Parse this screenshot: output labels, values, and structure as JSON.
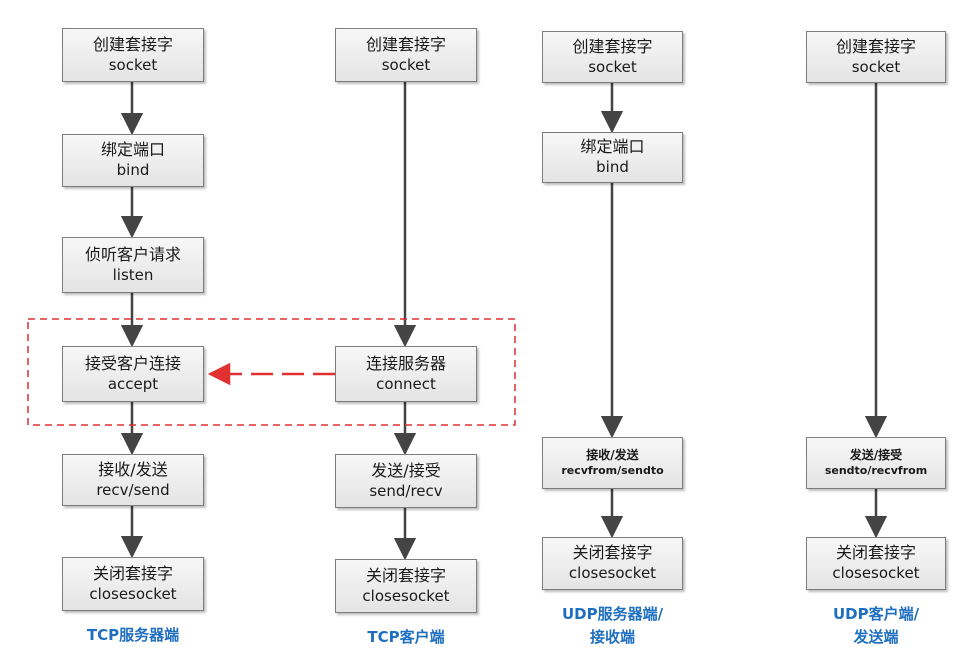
{
  "tcp_server": {
    "steps": [
      {
        "zh": "创建套接字",
        "en": "socket"
      },
      {
        "zh": "绑定端口",
        "en": "bind"
      },
      {
        "zh": "侦听客户请求",
        "en": "listen"
      },
      {
        "zh": "接受客户连接",
        "en": "accept"
      },
      {
        "zh": "接收/发送",
        "en": "recv/send"
      },
      {
        "zh": "关闭套接字",
        "en": "closesocket"
      }
    ],
    "caption": "TCP服务器端"
  },
  "tcp_client": {
    "steps": [
      {
        "zh": "创建套接字",
        "en": "socket"
      },
      {
        "zh": "连接服务器",
        "en": "connect"
      },
      {
        "zh": "发送/接受",
        "en": "send/recv"
      },
      {
        "zh": "关闭套接字",
        "en": "closesocket"
      }
    ],
    "caption": "TCP客户端"
  },
  "udp_server": {
    "steps": [
      {
        "zh": "创建套接字",
        "en": "socket"
      },
      {
        "zh": "绑定端口",
        "en": "bind"
      },
      {
        "zh": "接收/发送",
        "en": "recvfrom/sendto"
      },
      {
        "zh": "关闭套接字",
        "en": "closesocket"
      }
    ],
    "caption_line1": "UDP服务器端/",
    "caption_line2": "接收端"
  },
  "udp_client": {
    "steps": [
      {
        "zh": "创建套接字",
        "en": "socket"
      },
      {
        "zh": "发送/接受",
        "en": "sendto/recvfrom"
      },
      {
        "zh": "关闭套接字",
        "en": "closesocket"
      }
    ],
    "caption_line1": "UDP客户端/",
    "caption_line2": "发送端"
  },
  "colors": {
    "box_border": "#7d7d7d",
    "arrow": "#444444",
    "dashed_highlight": "#e03030",
    "caption": "#1f6fc0"
  }
}
